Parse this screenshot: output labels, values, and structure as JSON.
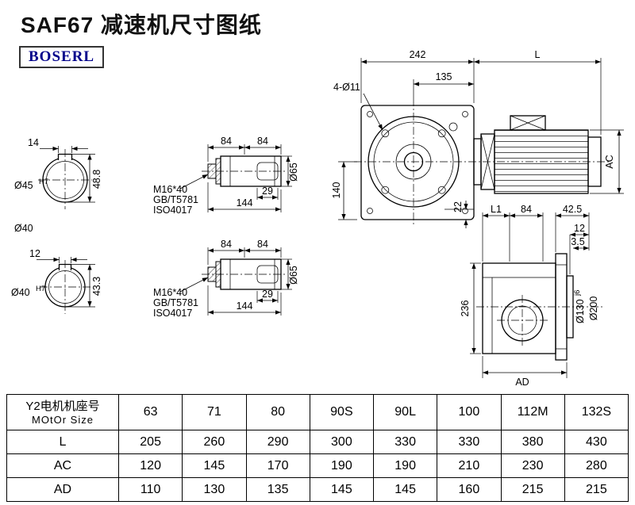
{
  "page": {
    "title": "SAF67 减速机尺寸图纸",
    "logo": "BOSERL"
  },
  "views": {
    "front": {
      "dim_242": "242",
      "dim_L": "L",
      "dim_135": "135",
      "dim_4d11": "4-Ø11",
      "dim_140": "140",
      "dim_22": "22",
      "dim_AC": "AC"
    },
    "shaft1": {
      "dim_14": "14",
      "d45": "Ø45",
      "d45_sup": "H7",
      "dim_48_8": "48.8",
      "d40_label": "Ø40"
    },
    "shaft2": {
      "dim_12": "12",
      "d40": "Ø40",
      "d40_sup": "H7",
      "dim_43_3": "43.3"
    },
    "detail1": {
      "dim_84a": "84",
      "dim_84b": "84",
      "dim_29": "29",
      "dim_144": "144",
      "d65": "Ø65",
      "bolt1": "M16*40",
      "bolt2": "GB/T5781",
      "bolt3": "ISO4017"
    },
    "detail2": {
      "dim_84a": "84",
      "dim_84b": "84",
      "dim_29": "29",
      "dim_144": "144",
      "d65": "Ø65",
      "bolt1": "M16*40",
      "bolt2": "GB/T5781",
      "bolt3": "ISO4017"
    },
    "side": {
      "dim_L1": "L1",
      "dim_84": "84",
      "dim_42_5": "42.5",
      "dim_12": "12",
      "dim_3_5": "3.5",
      "dim_236": "236",
      "d130": "Ø130",
      "d130_sup": "j6",
      "d200": "Ø200",
      "dim_AD": "AD"
    }
  },
  "table": {
    "row_header": {
      "line1": "Y2电机机座号",
      "line2": "MOtOr Size"
    },
    "sizes": [
      "63",
      "71",
      "80",
      "90S",
      "90L",
      "100",
      "112M",
      "132S"
    ],
    "rows": [
      {
        "label": "L",
        "values": [
          "205",
          "260",
          "290",
          "300",
          "330",
          "330",
          "380",
          "430"
        ]
      },
      {
        "label": "AC",
        "values": [
          "120",
          "145",
          "170",
          "190",
          "190",
          "210",
          "230",
          "280"
        ]
      },
      {
        "label": "AD",
        "values": [
          "110",
          "130",
          "135",
          "145",
          "145",
          "160",
          "215",
          "215"
        ]
      }
    ]
  }
}
